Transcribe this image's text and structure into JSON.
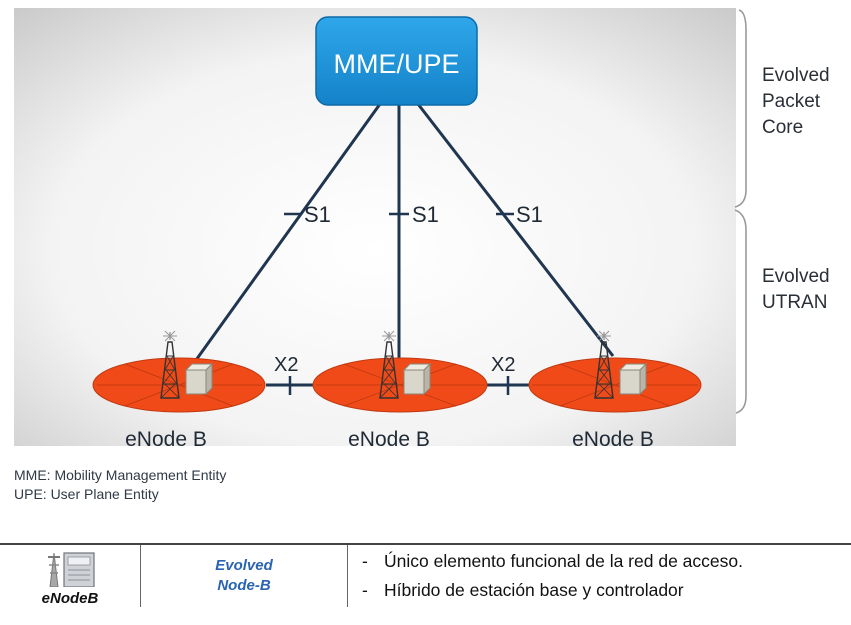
{
  "mme": {
    "label": "MME/UPE"
  },
  "interfaces": {
    "s1": "S1",
    "x2": "X2"
  },
  "nodes": [
    {
      "label": "eNode B"
    },
    {
      "label": "eNode B"
    },
    {
      "label": "eNode B"
    }
  ],
  "regions": {
    "core": [
      "Evolved",
      "Packet",
      "Core"
    ],
    "utran": [
      "Evolved",
      "UTRAN"
    ]
  },
  "legend": {
    "mme": "MME: Mobility Management Entity",
    "upe": "UPE: User Plane Entity"
  },
  "table": {
    "icon_caption": "eNodeB",
    "name_line1": "Evolved",
    "name_line2": "Node-B",
    "bullets": [
      "Único elemento funcional de la red de acceso.",
      "Híbrido de estación base y controlador"
    ],
    "dash": "-"
  },
  "colors": {
    "mme_box": "#1a8fd6",
    "cell": "#ef4a18",
    "link": "#1f3550",
    "bracket": "#8a8a8a",
    "title_blue": "#2a64b0"
  }
}
